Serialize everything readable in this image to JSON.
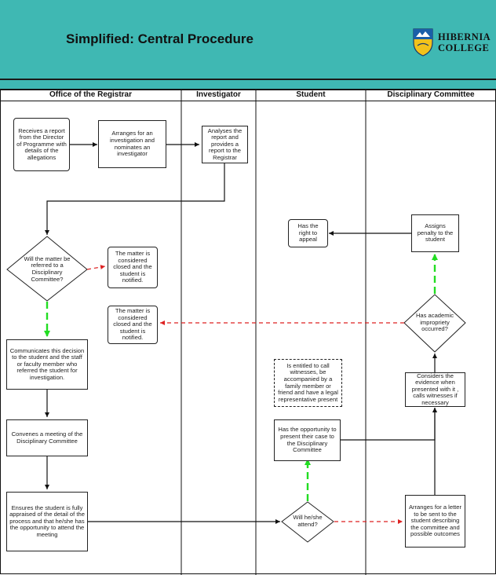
{
  "header": {
    "title": "Simplified: Central Procedure",
    "logo_line1": "HIBERNIA",
    "logo_line2": "COLLEGE"
  },
  "lanes": [
    {
      "id": "registrar",
      "label": "Office of the Registrar"
    },
    {
      "id": "investigator",
      "label": "Investigator"
    },
    {
      "id": "student",
      "label": "Student"
    },
    {
      "id": "committee",
      "label": "Disciplinary Committee"
    }
  ],
  "nodes": {
    "receives_report": "Receives a report from the Director of Programme with details of the allegations",
    "arranges_investigation": "Arranges for an investigation and nominates an investigator",
    "analyses_report": "Analyses the report and provides a report to the Registrar",
    "referred_decision": "Will the matter be referred to a Disciplinary Committee?",
    "closed_1": "The matter is considered closed and the student is notified.",
    "closed_2": "The matter is considered closed and the student is notified.",
    "communicates": "Communicates this decision to the student and the staff or faculty member who referred the student for investigation.",
    "convenes": "Convenes a meeting of the Disciplinary Committee",
    "ensures": "Ensures the student is fully appraised of the detail of the process and that he/she has the opportunity to attend the meeting",
    "right_to_appeal": "Has the right to appeal",
    "entitled": "Is entitled to call witnesses, be accompanied by a family member or friend and have a legal representative present",
    "opportunity": "Has the opportunity to present their case to the Disciplinary Committee",
    "will_attend": "Will he/she attend?",
    "assigns_penalty": "Assigns penalty to the student",
    "impropriety": "Has academic impropriety occurred?",
    "considers_evidence": "Considers the evidence when presented with it , calls witnesses if necessary",
    "arranges_letter": "Arranges for a letter to be sent to the student describing the committee and possible outcomes"
  },
  "colors": {
    "teal": "#3fb8b3",
    "yes_arrow": "#22dd22",
    "no_arrow": "#dd2222",
    "line": "#111111"
  }
}
